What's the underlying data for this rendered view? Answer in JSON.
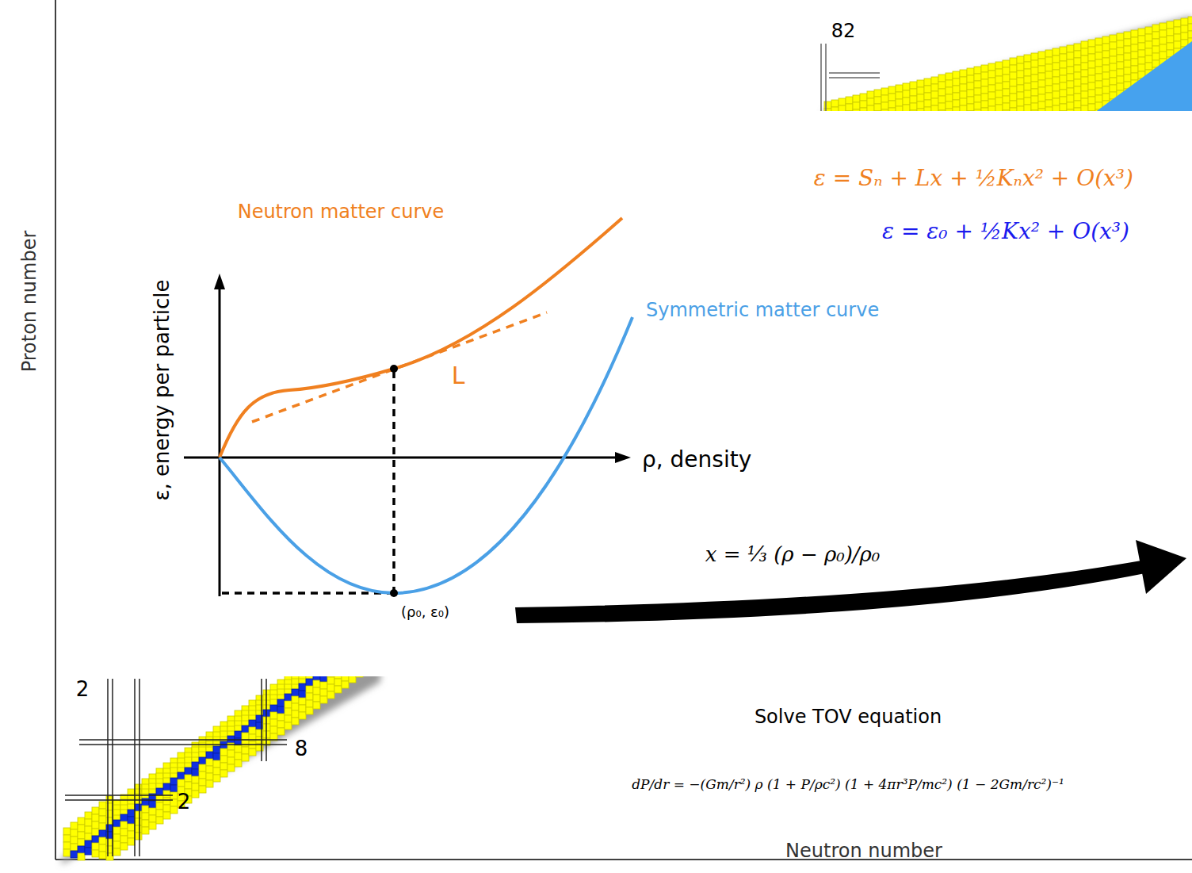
{
  "diagram": {
    "labels": [
      "82",
      "2",
      "8",
      "2",
      "Proton number",
      "Neutron number",
      "Neutron matter curve",
      "Symmetric matter curve",
      "ε, energy per particle",
      "ρ, density",
      "L",
      "(ρ₀, ε₀)",
      "ε = Sₙ + Lx + ½Kₙx² + O(x³)",
      "ε = ε₀ + ½Kx² + O(x³)",
      "x = ⅓ (ρ − ρ₀)/ρ₀",
      "Solve TOV equation",
      "dP/dr = −(Gm/r²) ρ (1 + P/ρc²) (1 + 4πr³P/mc²) (1 − 2Gm/rc²)⁻¹"
    ]
  }
}
